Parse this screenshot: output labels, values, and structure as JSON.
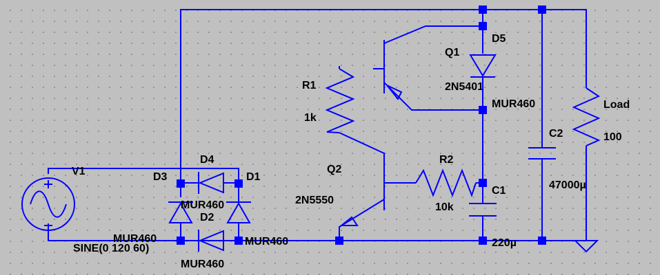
{
  "components": {
    "V1": {
      "name": "V1",
      "value": "SINE(0 120 60)"
    },
    "D1": {
      "name": "D1",
      "part": "MUR460"
    },
    "D2": {
      "name": "D2",
      "part": "MUR460"
    },
    "D3": {
      "name": "D3",
      "part": "MUR460"
    },
    "D4": {
      "name": "D4",
      "part": "MUR460"
    },
    "D5": {
      "name": "D5",
      "part": "MUR460"
    },
    "Q1": {
      "name": "Q1",
      "part": "2N5401"
    },
    "Q2": {
      "name": "Q2",
      "part": "2N5550"
    },
    "R1": {
      "name": "R1",
      "value": "1k"
    },
    "R2": {
      "name": "R2",
      "value": "10k"
    },
    "C1": {
      "name": "C1",
      "value": "220µ"
    },
    "C2": {
      "name": "C2",
      "value": "47000µ"
    },
    "Load": {
      "name": "Load",
      "value": "100"
    }
  },
  "colors": {
    "wire": "#0000ff",
    "background": "#c0c0c0",
    "text": "#000000"
  },
  "icons": {
    "ground": "ground-icon",
    "source": "sine-source-icon"
  }
}
